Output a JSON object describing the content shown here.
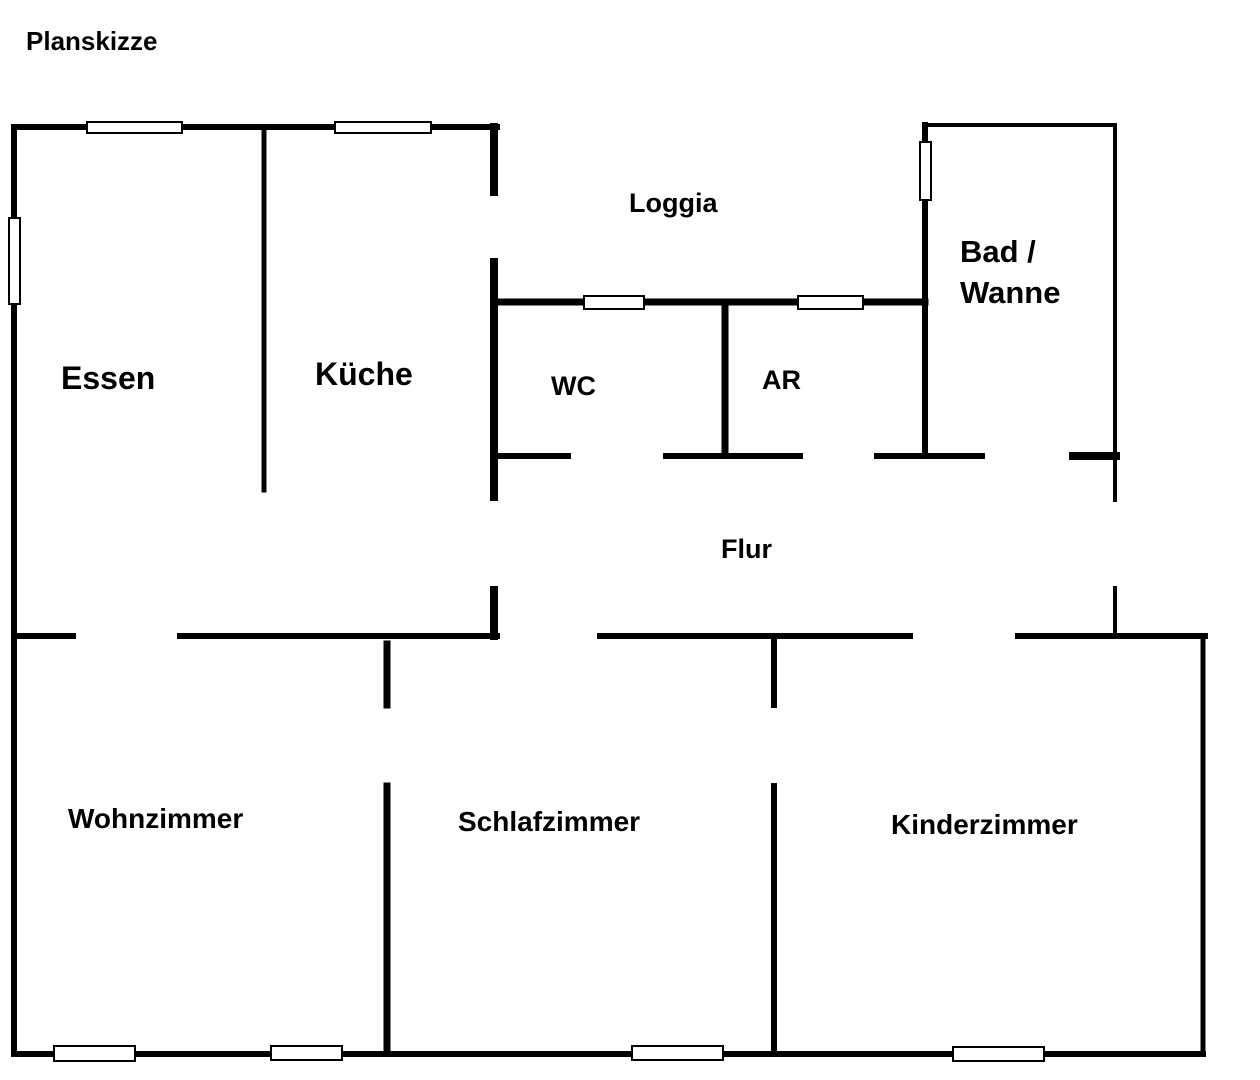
{
  "title": "Planskizze",
  "rooms": {
    "essen": "Essen",
    "kueche": "Küche",
    "loggia": "Loggia",
    "bad_line1": "Bad /",
    "bad_line2": "Wanne",
    "wc": "WC",
    "ar": "AR",
    "flur": "Flur",
    "wohnzimmer": "Wohnzimmer",
    "schlafzimmer": "Schlafzimmer",
    "kinderzimmer": "Kinderzimmer"
  },
  "colors": {
    "wall": "#000000",
    "window_fill": "#ffffff",
    "background": "#ffffff"
  }
}
